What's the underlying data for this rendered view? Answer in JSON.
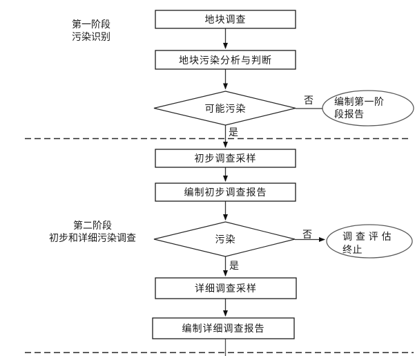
{
  "diagram": {
    "phase1": {
      "line1": "第一阶段",
      "line2": "污染识别"
    },
    "phase2": {
      "line1": "第二阶段",
      "line2": "初步和详细污染调查"
    },
    "nodes": {
      "survey": "地块调查",
      "analysis": "地块污染分析与判断",
      "decision_possible": "可能污染",
      "report_phase1_line1": "编制第一阶",
      "report_phase1_line2": "段报告",
      "preliminary_sampling": "初步调查采样",
      "preliminary_report": "编制初步调查报告",
      "decision_polluted": "污染",
      "terminate_line1": "调 查 评 估",
      "terminate_line2": "终止",
      "detailed_sampling": "详细调查采样",
      "detailed_report": "编制详细调查报告"
    },
    "edges": {
      "no1": "否",
      "yes1": "是",
      "no2": "否",
      "yes2": "是"
    },
    "colors": {
      "line": "#333333",
      "box_border": "#1a1a1a",
      "ellipse_border": "#595959",
      "text": "#000000",
      "background": "#ffffff"
    }
  }
}
